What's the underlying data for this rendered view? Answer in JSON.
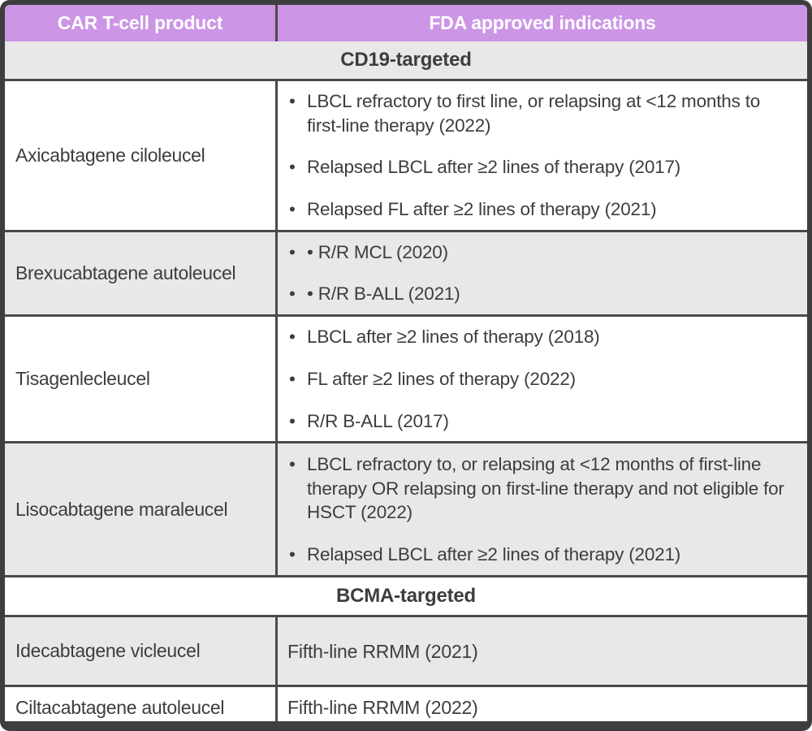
{
  "table": {
    "columns": [
      "CAR T-cell product",
      "FDA approved indications"
    ],
    "bullet_char": "•",
    "sections": [
      {
        "title": "CD19-targeted",
        "rows": [
          {
            "product": "Axicabtagene ciloleucel",
            "bulleted": true,
            "indications": [
              "LBCL refractory to first line, or relapsing at <12 months to first-line therapy (2022)",
              "Relapsed LBCL after ≥2 lines of therapy (2017)",
              "Relapsed FL after ≥2 lines of therapy (2021)"
            ]
          },
          {
            "product": "Brexucabtagene autoleucel",
            "bulleted": true,
            "indications": [
              "• R/R MCL (2020)",
              "• R/R B-ALL (2021)"
            ]
          },
          {
            "product": "Tisagenlecleucel",
            "bulleted": true,
            "indications": [
              "LBCL after ≥2 lines of therapy (2018)",
              "FL after ≥2 lines of therapy (2022)",
              "R/R B-ALL (2017)"
            ]
          },
          {
            "product": "Lisocabtagene maraleucel",
            "bulleted": true,
            "indications": [
              "LBCL refractory to, or relapsing at <12 months of first-line therapy OR relapsing on first-line therapy and not eligible for HSCT (2022)",
              "Relapsed LBCL after ≥2 lines of therapy (2021)"
            ]
          }
        ]
      },
      {
        "title": "BCMA-targeted",
        "rows": [
          {
            "product": "Idecabtagene vicleucel",
            "bulleted": false,
            "indications": [
              "Fifth-line RRMM (2021)"
            ]
          },
          {
            "product": "Ciltacabtagene autoleucel",
            "bulleted": false,
            "indications": [
              "Fifth-line RRMM (2022)"
            ]
          }
        ]
      }
    ]
  },
  "colors": {
    "header_bg": "#cc95e6",
    "header_text": "#ffffff",
    "stripe": "#e8e8e8",
    "row_white": "#ffffff",
    "outer_border": "#3e3e3e",
    "grid": "#4a4a4a",
    "text": "#3d3d3d"
  }
}
